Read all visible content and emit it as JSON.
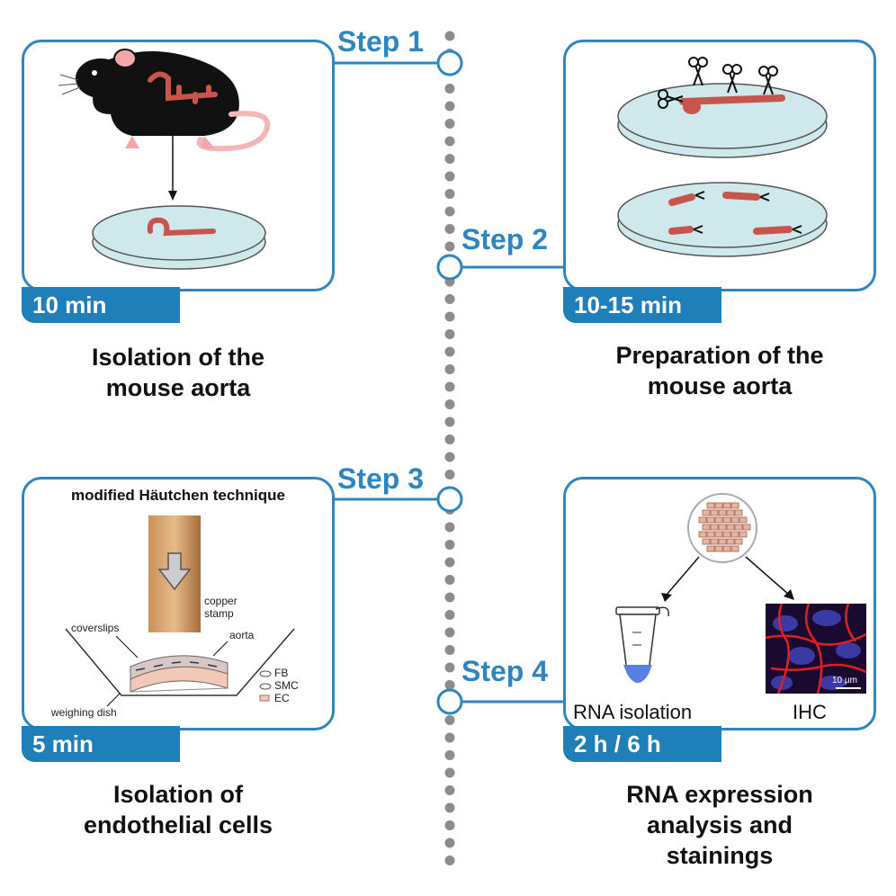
{
  "steps": [
    {
      "label": "Step 1",
      "time": "10 min",
      "caption": [
        "Isolation of the",
        "mouse aorta"
      ]
    },
    {
      "label": "Step 2",
      "time": "10-15 min",
      "caption": [
        "Preparation of the",
        "mouse aorta"
      ]
    },
    {
      "label": "Step 3",
      "time": "5 min",
      "caption": [
        "Isolation of",
        "endothelial cells"
      ]
    },
    {
      "label": "Step 4",
      "time": "2 h / 6 h",
      "caption": [
        "RNA expression",
        "analysis and",
        "stainings"
      ]
    }
  ],
  "step3_panel": {
    "title": "modified Häutchen technique",
    "copper_stamp": [
      "copper",
      "stamp"
    ],
    "coverslips": "coverslips",
    "aorta": "aorta",
    "weighing_dish": "weighing dish",
    "legend": [
      "FB",
      "SMC",
      "EC"
    ]
  },
  "step4_panel": {
    "rna_label": "RNA isolation",
    "ihc_label": "IHC",
    "scale_bar": "10 µm"
  },
  "colors": {
    "accent": "#2e86c1",
    "tab": "#1f7fb8",
    "timeline_dots": "#8c8c8c",
    "aorta": "#c8554b",
    "dish": "#cfe8ec"
  }
}
